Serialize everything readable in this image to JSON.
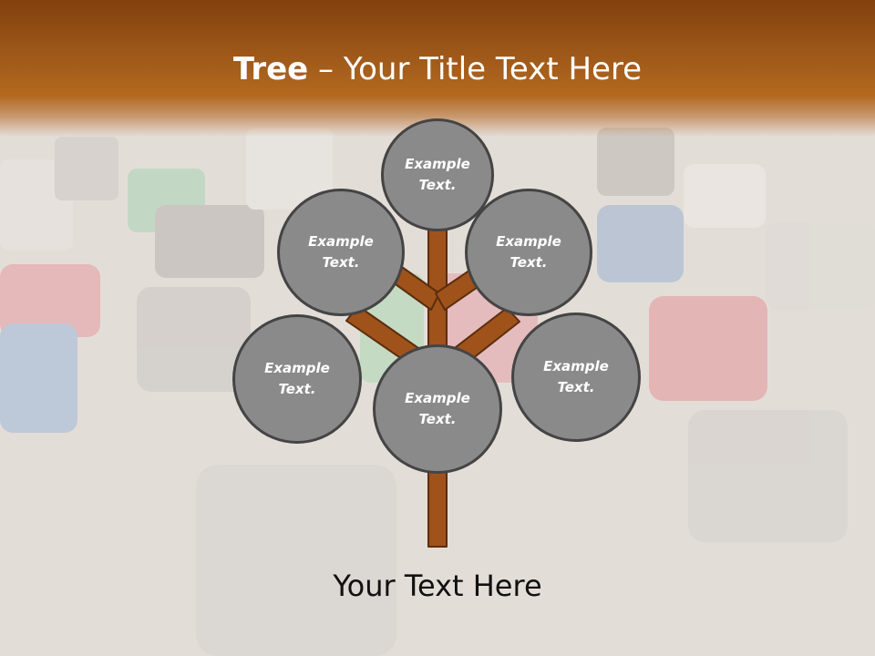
{
  "slide": {
    "title_bold": "Tree",
    "title_rest": " – Your Title Text Here",
    "caption": "Your Text Here"
  },
  "colors": {
    "header": "#9a5518",
    "trunk": "#a0521b",
    "node_fill": "#8a8a8a",
    "node_border": "#444444"
  },
  "tree": {
    "nodes": [
      {
        "label": "Example\nText."
      },
      {
        "label": "Example\nText."
      },
      {
        "label": "Example\nText."
      },
      {
        "label": "Example\nText."
      },
      {
        "label": "Example\nText."
      },
      {
        "label": "Example\nText."
      }
    ]
  }
}
